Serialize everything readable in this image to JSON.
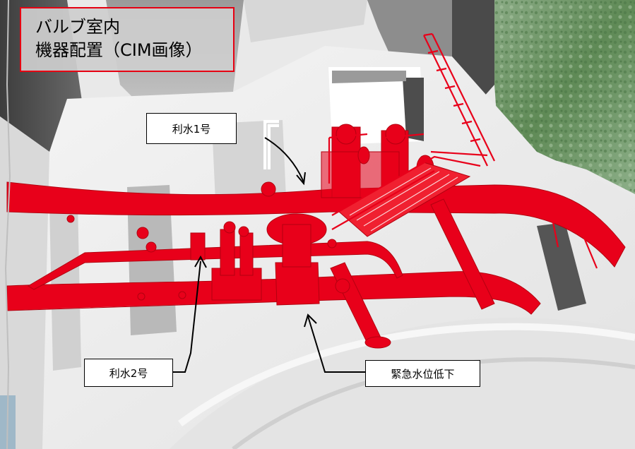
{
  "title": {
    "line1": "バルブ室内",
    "line2": "機器配置（CIM画像）"
  },
  "callouts": {
    "riyou1": "利水1号",
    "riyou2": "利水2号",
    "emergency": "緊急水位低下"
  },
  "colors": {
    "pipe_red": "#e8001a",
    "title_border": "#e60012",
    "title_bg": "#cdcdcd",
    "foliage_green": "#5f8a56"
  }
}
